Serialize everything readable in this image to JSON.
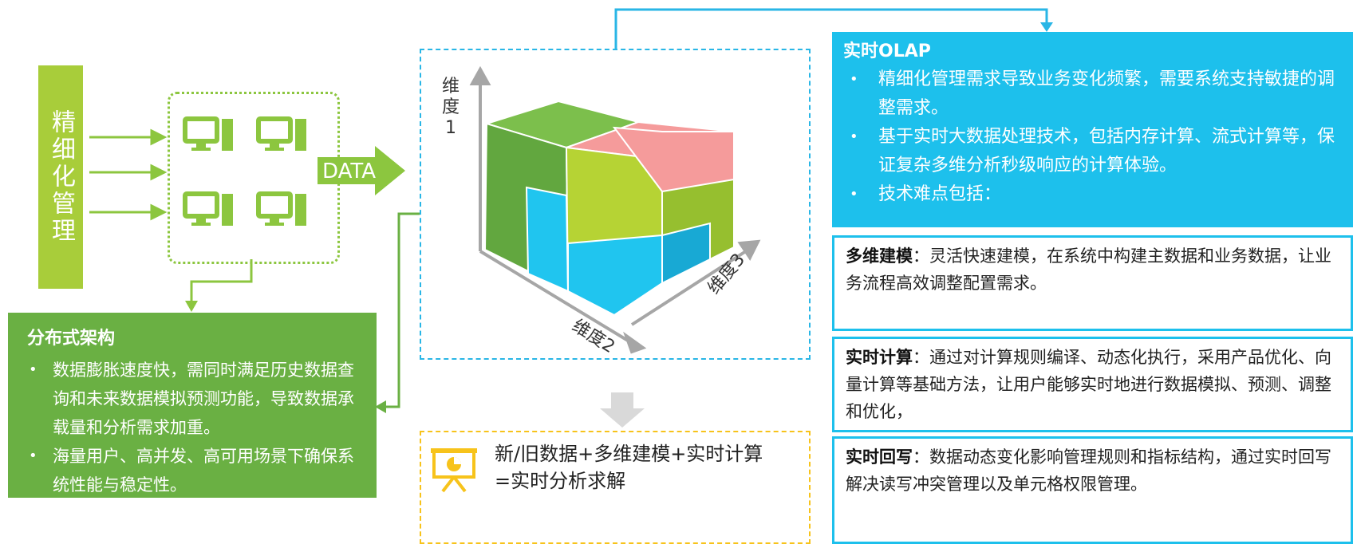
{
  "title": "",
  "left_label": "精细化管理",
  "data_arrow_label": "DATA",
  "axes": {
    "axis1": "维度1",
    "axis2": "维度2",
    "axis3": "维度3"
  },
  "distributed": {
    "title": "分布式架构",
    "bullets": [
      "数据膨胀速度快，需同时满足历史数据查询和未来数据模拟预测功能，导致数据承载量和分析需求加重。",
      "海量用户、高并发、高可用场景下确保系统性能与稳定性。"
    ]
  },
  "olap": {
    "title": "实时OLAP",
    "bullets": [
      "精细化管理需求导致业务变化频繁，需要系统支持敏捷的调整需求。",
      "基于实时大数据处理技术，包括内存计算、流式计算等，保证复杂多维分析秒级响应的计算体验。",
      "技术难点包括："
    ]
  },
  "details": [
    {
      "term": "多维建模",
      "text": "：灵活快速建模，在系统中构建主数据和业务数据，让业务流程高效调整配置需求。"
    },
    {
      "term": "实时计算",
      "text": "：通过对计算规则编译、动态化执行，采用产品优化、向量计算等基础方法，让用户能够实时地进行数据模拟、预测、调整和优化，"
    },
    {
      "term": "实时回写",
      "text": "：数据动态变化影响管理规则和指标结构，通过实时回写解决读写冲突管理以及单元格权限管理。"
    }
  ],
  "result": {
    "line1": "新/旧数据+多维建模+实时计算",
    "line2": "=实时分析求解"
  },
  "colors": {
    "green_light": "#a8cd3a",
    "green": "#6ab043",
    "cyan": "#1dc0ec",
    "pink": "#f39c9c",
    "yellow": "#f7c31b"
  },
  "icons": [
    "computer-icon",
    "presentation-icon",
    "arrow-right-icon",
    "arrow-down-icon"
  ]
}
